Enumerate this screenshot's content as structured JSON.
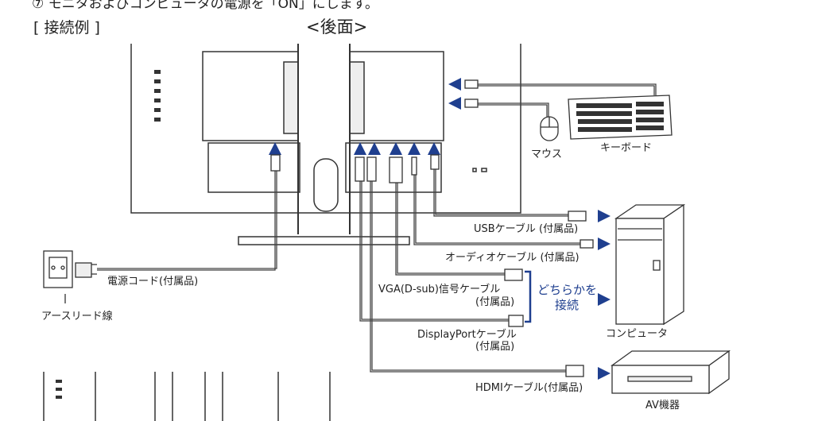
{
  "header": {
    "instruction": "⑦ モニタおよびコンピュータの電源を「ON」にします。",
    "section_label": "[ 接続例 ]",
    "rear_label": "<後面>"
  },
  "labels": {
    "mouse": "マウス",
    "keyboard": "キーボード",
    "usb_cable": "USBケーブル (付属品)",
    "audio_cable": "オーディオケーブル (付属品)",
    "power_cord": "電源コード(付属品)",
    "earth_lead": "アースリード線",
    "vga_cable": "VGA(D-sub)信号ケーブル",
    "vga_accessory": "(付属品)",
    "either_connect_1": "どちらかを",
    "either_connect_2": "接続",
    "displayport_cable": "DisplayPortケーブル",
    "displayport_accessory": "(付属品)",
    "computer": "コンピュータ",
    "hdmi_cable": "HDMIケーブル(付属品)",
    "av_device": "AV機器"
  },
  "icons": [
    "monitor-rear-icon",
    "mouse-icon",
    "keyboard-icon",
    "pc-tower-icon",
    "av-device-icon",
    "wall-outlet-icon",
    "power-plug-icon",
    "arrow-icon"
  ],
  "colors": {
    "accent_blue": "#1f3f8f",
    "line": "#333333"
  }
}
